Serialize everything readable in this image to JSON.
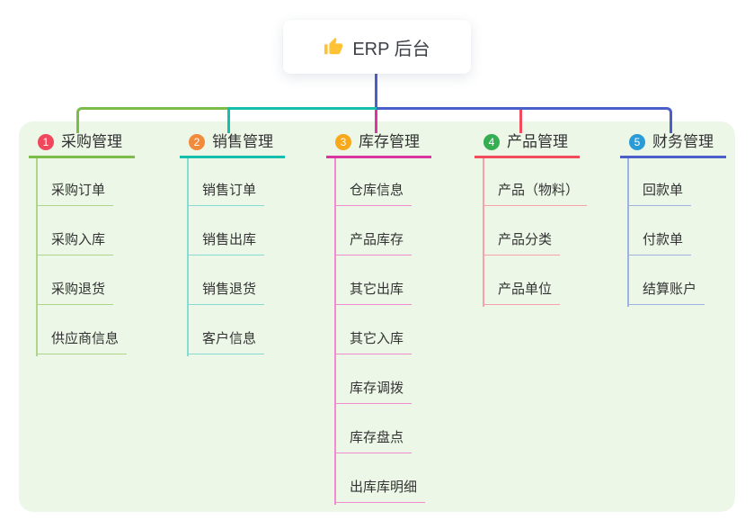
{
  "root": {
    "label": "ERP 后台",
    "icon": "thumbs-up-icon",
    "icon_color": "#ffc235"
  },
  "canvas": {
    "background": "#ffffff",
    "panel_background": "#ecf7e7",
    "text_color": "#333333"
  },
  "connector_colors": {
    "root_stem": "#4a5fc8",
    "bar_left": "#7cbd4a",
    "bar_mid": "#14bfae",
    "bar_right": "#4a5fc8",
    "drop_3": "#da36a1",
    "drop_4": "#f24b5b"
  },
  "branches": [
    {
      "badge": "1",
      "badge_color": "#f0475c",
      "line_color": "#7cbd4a",
      "item_line_color": "#aed688",
      "label": "采购管理",
      "items": [
        "采购订单",
        "采购入库",
        "采购退货",
        "供应商信息"
      ]
    },
    {
      "badge": "2",
      "badge_color": "#f28a3c",
      "line_color": "#14bfae",
      "item_line_color": "#86dcd2",
      "label": "销售管理",
      "items": [
        "销售订单",
        "销售出库",
        "销售退货",
        "客户信息"
      ]
    },
    {
      "badge": "3",
      "badge_color": "#f7a81b",
      "line_color": "#da36a1",
      "item_line_color": "#f08cce",
      "label": "库存管理",
      "items": [
        "仓库信息",
        "产品库存",
        "其它出库",
        "其它入库",
        "库存调拨",
        "库存盘点",
        "出库库明细"
      ]
    },
    {
      "badge": "4",
      "badge_color": "#35ad51",
      "line_color": "#f24b5b",
      "item_line_color": "#f7a2aa",
      "label": "产品管理",
      "items": [
        "产品（物料）",
        "产品分类",
        "产品单位"
      ]
    },
    {
      "badge": "5",
      "badge_color": "#2b9bd8",
      "line_color": "#4a5fc8",
      "item_line_color": "#9fb3e3",
      "label": "财务管理",
      "items": [
        "回款单",
        "付款单",
        "结算账户"
      ]
    }
  ]
}
